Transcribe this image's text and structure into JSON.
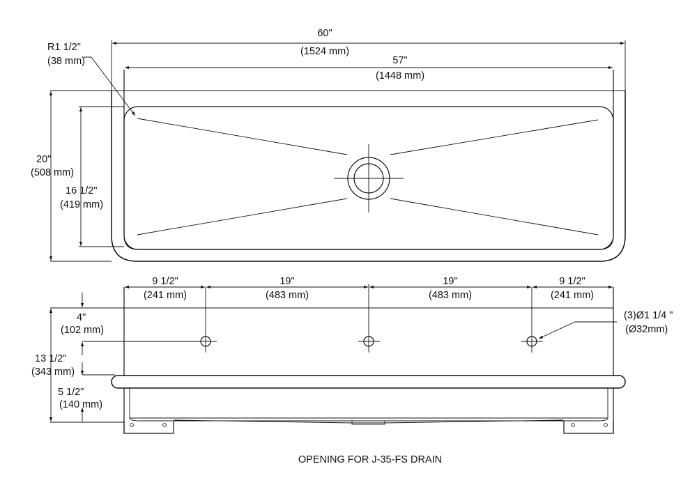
{
  "top_view": {
    "overall_length": {
      "value": "60\"",
      "metric": "(1524 mm)"
    },
    "inner_length": {
      "value": "57\"",
      "metric": "(1448 mm)"
    },
    "corner_radius": {
      "value": "R1 1/2\"",
      "metric": "(38 mm)"
    },
    "overall_width": {
      "value": "20\"",
      "metric": "(508 mm)"
    },
    "inner_width": {
      "value": "16 1/2\"",
      "metric": "(419 mm)"
    }
  },
  "front_view": {
    "hole_spacing": [
      {
        "value": "9 1/2\"",
        "metric": "(241 mm)"
      },
      {
        "value": "19\"",
        "metric": "(483 mm)"
      },
      {
        "value": "19\"",
        "metric": "(483 mm)"
      },
      {
        "value": "9 1/2\"",
        "metric": "(241 mm)"
      }
    ],
    "hole_height": {
      "value": "4\"",
      "metric": "(102 mm)"
    },
    "total_height": {
      "value": "13 1/2\"",
      "metric": "(343 mm)"
    },
    "lower_height": {
      "value": "5 1/2\"",
      "metric": "(140 mm)"
    },
    "hole_callout": {
      "value": "(3)Ø1 1/4 \"",
      "metric": "(Ø32mm)"
    }
  },
  "caption": "OPENING FOR J-35-FS DRAIN"
}
